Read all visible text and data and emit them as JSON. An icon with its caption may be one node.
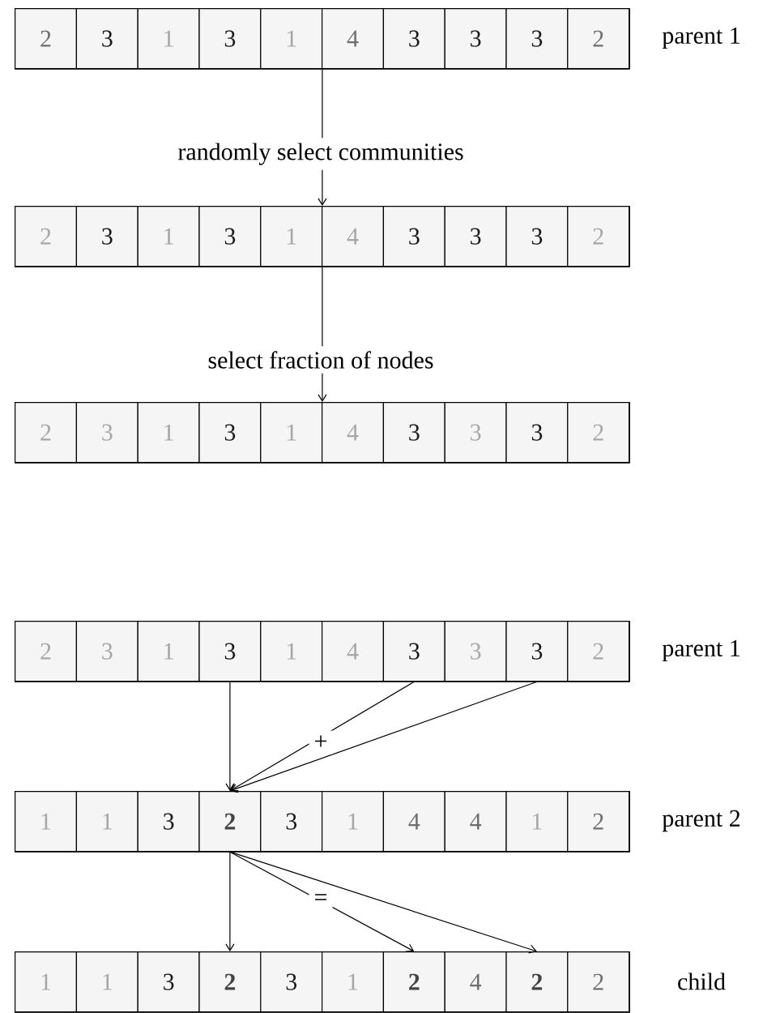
{
  "diagram": {
    "nodes": [
      {
        "text": [],
        "shape": "bar",
        "beside": [
          "parent 1"
        ]
      },
      {
        "text": [
          "2"
        ],
        "in": 0
      },
      {
        "text": [
          "3"
        ],
        "in": 0
      },
      {
        "text": [
          "1"
        ],
        "in": 0
      },
      {
        "text": [
          "3"
        ],
        "in": 0
      },
      {
        "text": [
          "1"
        ],
        "in": 0
      },
      {
        "text": [
          "4"
        ],
        "in": 0
      },
      {
        "text": [
          "3"
        ],
        "in": 0
      },
      {
        "text": [
          "3"
        ],
        "in": 0
      },
      {
        "text": [
          "3"
        ],
        "in": 0
      },
      {
        "text": [
          "2"
        ],
        "in": 0
      },
      {
        "text": [],
        "shape": "bar"
      },
      {
        "text": [
          "2"
        ],
        "in": 11
      },
      {
        "text": [
          "3"
        ],
        "in": 11
      },
      {
        "text": [
          "1"
        ],
        "in": 11
      },
      {
        "text": [
          "3"
        ],
        "in": 11
      },
      {
        "text": [
          "1"
        ],
        "in": 11
      },
      {
        "text": [
          "4"
        ],
        "in": 11
      },
      {
        "text": [
          "3"
        ],
        "in": 11
      },
      {
        "text": [
          "3"
        ],
        "in": 11
      },
      {
        "text": [
          "3"
        ],
        "in": 11
      },
      {
        "text": [
          "2"
        ],
        "in": 11
      },
      {
        "text": [],
        "shape": "bar"
      },
      {
        "text": [
          "2"
        ],
        "in": 22
      },
      {
        "text": [
          "3"
        ],
        "in": 22
      },
      {
        "text": [
          "1"
        ],
        "in": 22
      },
      {
        "text": [
          "3"
        ],
        "in": 22
      },
      {
        "text": [
          "1"
        ],
        "in": 22
      },
      {
        "text": [
          "4"
        ],
        "in": 22
      },
      {
        "text": [
          "3"
        ],
        "in": 22
      },
      {
        "text": [
          "3"
        ],
        "in": 22
      },
      {
        "text": [
          "3"
        ],
        "in": 22
      },
      {
        "text": [
          "2"
        ],
        "in": 22
      },
      {
        "text": [],
        "shape": "bar",
        "beside": [
          "parent 1"
        ]
      },
      {
        "text": [
          "2"
        ],
        "in": 33
      },
      {
        "text": [
          "3"
        ],
        "in": 33
      },
      {
        "text": [
          "1"
        ],
        "in": 33
      },
      {
        "text": [
          "3"
        ],
        "in": 33
      },
      {
        "text": [
          "1"
        ],
        "in": 33
      },
      {
        "text": [
          "4"
        ],
        "in": 33
      },
      {
        "text": [
          "3"
        ],
        "in": 33
      },
      {
        "text": [
          "3"
        ],
        "in": 33
      },
      {
        "text": [
          "3"
        ],
        "in": 33
      },
      {
        "text": [
          "2"
        ],
        "in": 33
      },
      {
        "text": [],
        "shape": "bar",
        "beside": [
          "parent 2"
        ]
      },
      {
        "text": [
          "1"
        ],
        "in": 44
      },
      {
        "text": [
          "1"
        ],
        "in": 44
      },
      {
        "text": [
          "3"
        ],
        "in": 44
      },
      {
        "text": [
          "2"
        ],
        "in": 44
      },
      {
        "text": [
          "3"
        ],
        "in": 44
      },
      {
        "text": [
          "1"
        ],
        "in": 44
      },
      {
        "text": [
          "4"
        ],
        "in": 44
      },
      {
        "text": [
          "4"
        ],
        "in": 44
      },
      {
        "text": [
          "1"
        ],
        "in": 44
      },
      {
        "text": [
          "2"
        ],
        "in": 44
      },
      {
        "text": [],
        "shape": "bar",
        "beside": [
          "child"
        ]
      },
      {
        "text": [
          "1"
        ],
        "in": 55
      },
      {
        "text": [
          "1"
        ],
        "in": 55
      },
      {
        "text": [
          "3"
        ],
        "in": 55
      },
      {
        "text": [
          "2"
        ],
        "in": 55
      },
      {
        "text": [
          "3"
        ],
        "in": 55
      },
      {
        "text": [
          "1"
        ],
        "in": 55
      },
      {
        "text": [
          "2"
        ],
        "in": 55
      },
      {
        "text": [
          "4"
        ],
        "in": 55
      },
      {
        "text": [
          "2"
        ],
        "in": 55
      },
      {
        "text": [
          "2"
        ],
        "in": 55
      }
    ],
    "edges": [
      {
        "from": 0,
        "to": 11,
        "arrow": "to",
        "label": "randomly select communities"
      },
      {
        "from": 11,
        "to": 22,
        "arrow": "to",
        "label": "select fraction of nodes"
      },
      {
        "from": 37,
        "to": 48,
        "arrow": "to"
      },
      {
        "from": 40,
        "to": 48,
        "arrow": "to",
        "label": "+"
      },
      {
        "from": 42,
        "to": 48,
        "arrow": "to"
      },
      {
        "from": 48,
        "to": 59,
        "arrow": "to"
      },
      {
        "from": 48,
        "to": 62,
        "arrow": "to",
        "label": "="
      },
      {
        "from": 48,
        "to": 64,
        "arrow": "to"
      }
    ]
  }
}
